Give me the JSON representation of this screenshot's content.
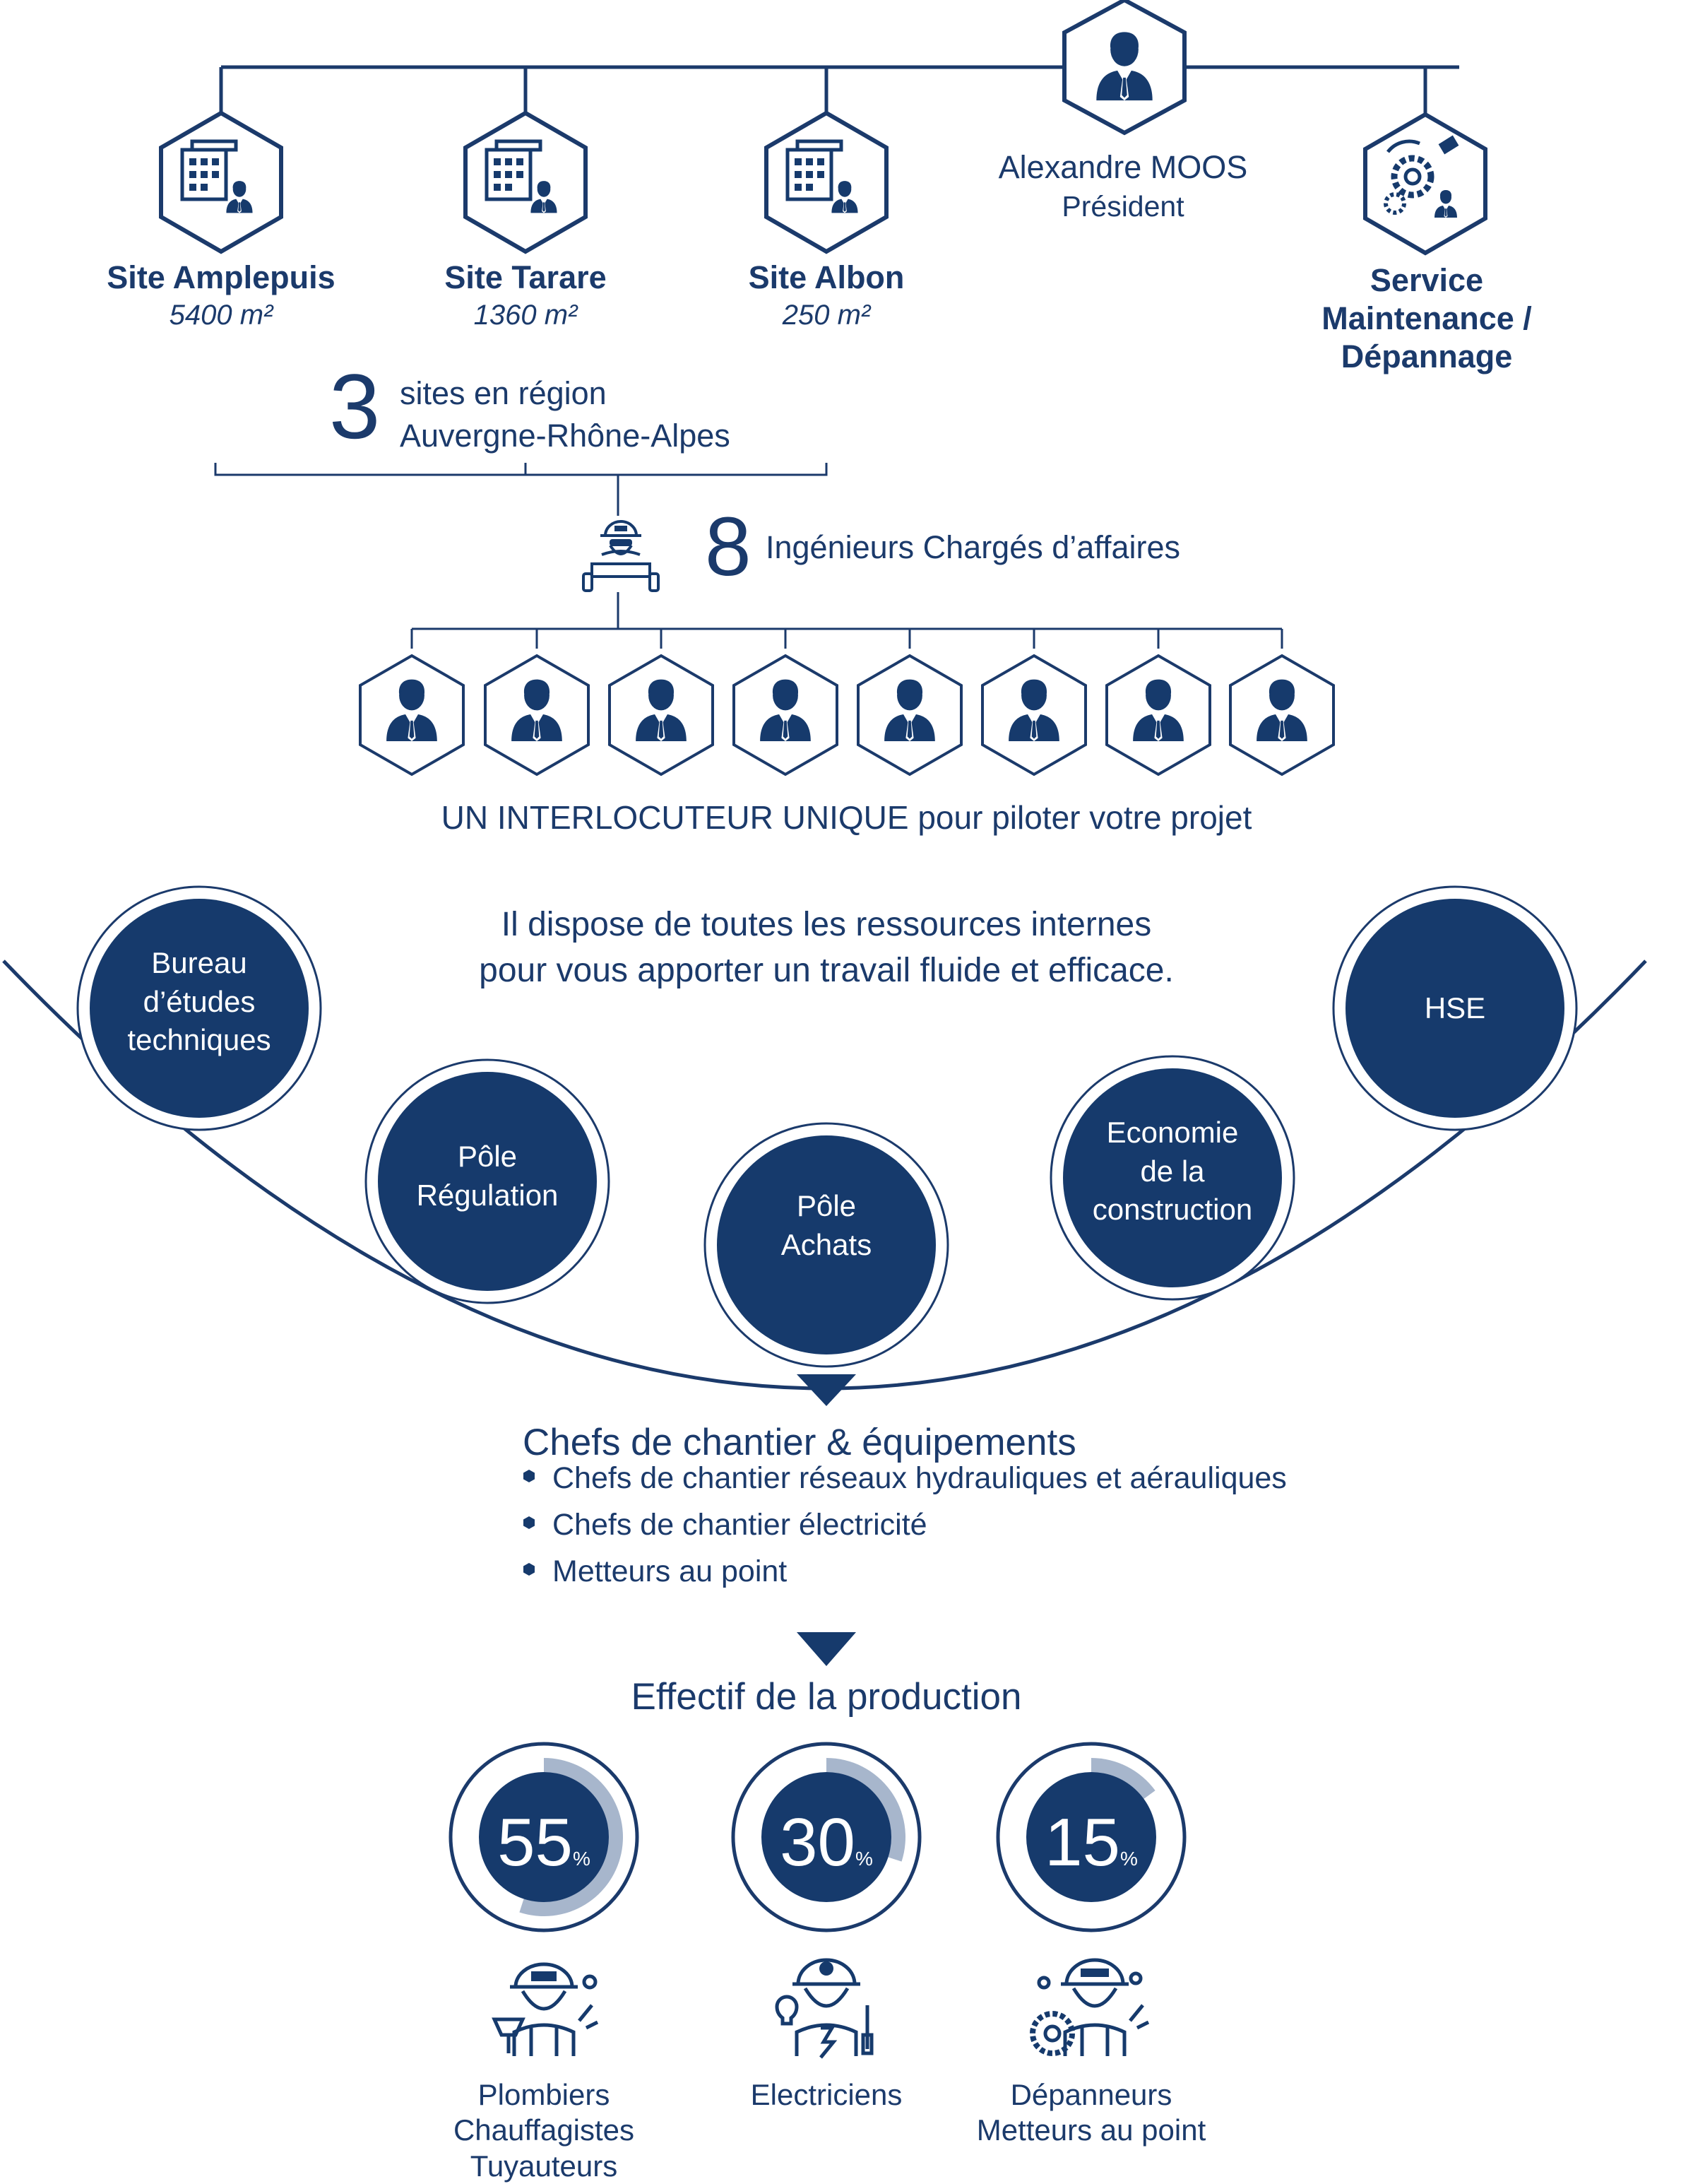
{
  "colors": {
    "navy": "#163a6c",
    "line": "#1b3a6b",
    "ring": "#1b3a6b",
    "light": "#a7b6cc",
    "white": "#ffffff"
  },
  "president": {
    "name": "Alexandre MOOS",
    "role": "Président",
    "icon": "businessman-icon"
  },
  "sites": [
    {
      "name": "Site Amplepuis",
      "area": "5400 m²",
      "icon": "building-manager-icon"
    },
    {
      "name": "Site Tarare",
      "area": "1360 m²",
      "icon": "building-manager-icon"
    },
    {
      "name": "Site Albon",
      "area": "250 m²",
      "icon": "building-manager-icon"
    }
  ],
  "service": {
    "name_lines": [
      "Service",
      "Maintenance /",
      "Dépannage"
    ],
    "icon": "gears-technician-icon"
  },
  "region": {
    "count": "3",
    "lines": [
      "sites en région",
      "Auvergne-Rhône-Alpes"
    ]
  },
  "engineers": {
    "count": "8",
    "label": "Ingénieurs Chargés d’affaires",
    "icon": "engineer-icon",
    "person_icon": "businessman-icon"
  },
  "single_contact": {
    "emphasis": "UN INTERLOCUTEUR UNIQUE",
    "rest": " pour piloter votre projet"
  },
  "resources": {
    "lines": [
      "Il dispose de toutes les ressources internes",
      "pour vous apporter un travail fluide et efficace."
    ],
    "poles": [
      [
        "Bureau",
        "d’études",
        "techniques"
      ],
      [
        "Pôle",
        "Régulation"
      ],
      [
        "Pôle",
        "Achats"
      ],
      [
        "Economie",
        "de la",
        "construction"
      ],
      [
        "HSE"
      ]
    ]
  },
  "chefs": {
    "title": "Chefs de chantier & équipements",
    "items": [
      "Chefs de chantier réseaux hydrauliques et aérauliques",
      "Chefs de chantier électricité",
      "Metteurs au point"
    ]
  },
  "production": {
    "title": "Effectif de la production",
    "unit": "%",
    "groups": [
      {
        "value": 55,
        "label": "55",
        "lines": [
          "Plombiers",
          "Chauffagistes",
          "Tuyauteurs"
        ],
        "icon": "plumber-icon"
      },
      {
        "value": 30,
        "label": "30",
        "lines": [
          "Electriciens"
        ],
        "icon": "electrician-icon"
      },
      {
        "value": 15,
        "label": "15",
        "lines": [
          "Dépanneurs",
          "Metteurs au point"
        ],
        "icon": "mechanic-icon"
      }
    ]
  }
}
